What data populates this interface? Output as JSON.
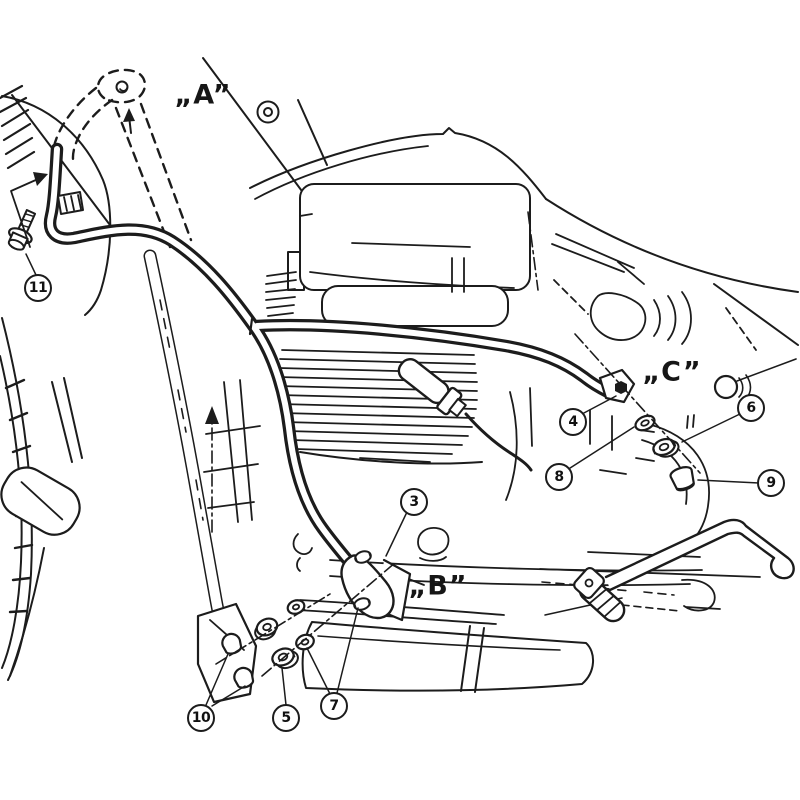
{
  "figure": {
    "type": "technical-illustration",
    "subject": "Motorcycle engine protection guard mounting diagram (exploded parts view)",
    "background_color": "#ffffff",
    "line_color": "#1c1c1c"
  },
  "position_labels": [
    {
      "id": "A",
      "text": "„A”"
    },
    {
      "id": "B",
      "text": "„B”"
    },
    {
      "id": "C",
      "text": "„C”"
    }
  ],
  "part_callouts": [
    {
      "number": "3"
    },
    {
      "number": "4"
    },
    {
      "number": "5"
    },
    {
      "number": "6"
    },
    {
      "number": "7"
    },
    {
      "number": "8"
    },
    {
      "number": "9"
    },
    {
      "number": "10"
    },
    {
      "number": "11"
    }
  ]
}
